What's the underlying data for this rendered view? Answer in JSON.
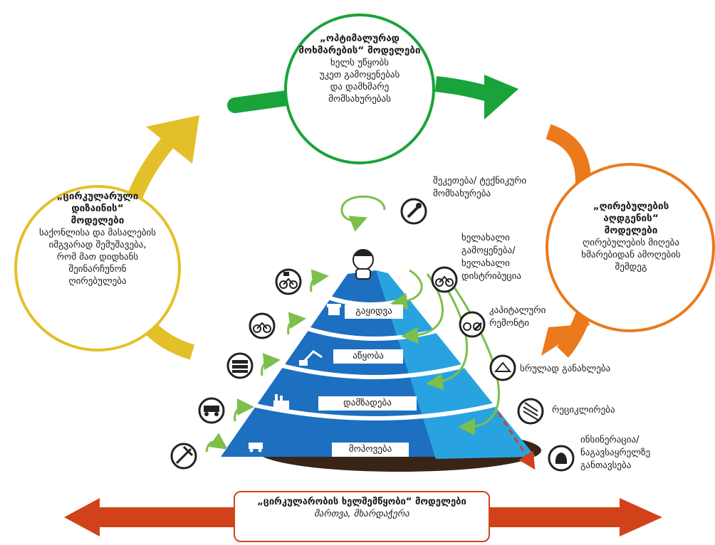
{
  "colors": {
    "green": "#1aa33a",
    "orange": "#ea7a1b",
    "yellow": "#e3c02a",
    "red": "#d1421a",
    "cone_dark": "#1d6fbf",
    "cone_light": "#29a3e0",
    "loop_green": "#7cbf4a"
  },
  "top_circle": {
    "title": "„ოპტიმალურად მოხმარების“ მოდელები",
    "lines": [
      "ხელს უწყობს",
      "უკეთ გამოყენებას",
      "და დამხმარე",
      "მომსახურებას"
    ]
  },
  "left_circle": {
    "title": "„ცირკულარული დიზაინის“ მოდელები",
    "lines": [
      "საქონლისა და მასალების",
      "იმგვარად შემუშავება,",
      "რომ მათ დიდხანს",
      "შეინარჩუნონ",
      "ღირებულება"
    ]
  },
  "right_circle": {
    "title": "„ღირებულების აღდგენის“ მოდელები",
    "lines": [
      "ღირებულების მიღება",
      "ხმარებიდან ამოღების",
      "შემდეგ"
    ]
  },
  "levels": [
    "გაყიდვა",
    "აწყობა",
    "დამზადება",
    "მოპოვება"
  ],
  "right_labels": {
    "repair": "შეკეთება/ ტექნიკური მომსახურება",
    "reuse": "ხელახალი გამოყენება/ ხელახალი დისტრიბუცია",
    "refurbish": "კაპიტალური რემონტი",
    "remanufacture": "სრულად განახლება",
    "recycle": "რეციკლირება",
    "incineration": "ინსინერაცია/ ნაგავსაყრელზე განთავსება"
  },
  "icons": {
    "top": "person-icon",
    "left": [
      "pickaxe-icon",
      "mining-truck-icon",
      "lumber-icon",
      "bicycle-icon",
      "bicycle-delivery-icon"
    ],
    "right": [
      "wrench-icon",
      "bicycle-icon",
      "bicycle-repair-icon",
      "bicycle-frame-icon",
      "recycle-pipes-icon",
      "waste-bag-icon"
    ],
    "cone": [
      "shop-icon",
      "crane-icon",
      "factory-icon",
      "mine-cart-icon"
    ]
  },
  "bottom": {
    "title": "„ცირკულარობის ხელშემწყობი“ მოდელები",
    "subtitle": "მართვა, მხარდაჭერა"
  }
}
